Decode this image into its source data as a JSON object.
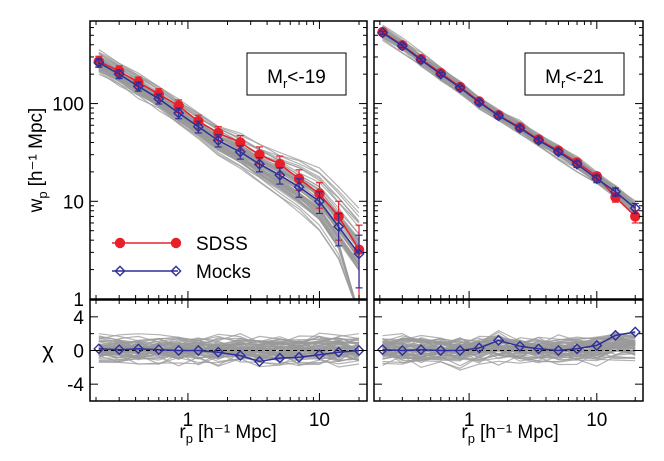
{
  "chart_data": [
    {
      "type": "line",
      "panel": "top-left",
      "annotation": {
        "base": "M",
        "sub": "r",
        "rest": "<-19"
      },
      "ylabel": {
        "base": "w",
        "sub": "p",
        "unit": "[h⁻¹ Mpc]"
      },
      "y_scale": "log",
      "ylim": [
        1,
        700
      ],
      "x_scale": "log",
      "xlim": [
        0.18,
        23
      ],
      "x_ticks": [
        "1",
        "10"
      ],
      "y_ticks": [
        "1",
        "10",
        "100"
      ],
      "legend": {
        "placement": "bottom-left",
        "entries": [
          "SDSS",
          "Mocks"
        ]
      },
      "series": [
        {
          "name": "SDSS",
          "color": "#e8202a",
          "marker": "filled-circle",
          "x": [
            0.21,
            0.3,
            0.42,
            0.6,
            0.85,
            1.2,
            1.7,
            2.5,
            3.5,
            5.0,
            7.0,
            10.0,
            14.0,
            20.0
          ],
          "y": [
            270,
            215,
            165,
            125,
            95,
            66,
            50,
            40,
            30,
            24,
            17,
            12,
            7,
            3.2
          ],
          "err": [
            35,
            28,
            22,
            17,
            14,
            10,
            8,
            7,
            6,
            5,
            4,
            3.5,
            3,
            2.5
          ]
        },
        {
          "name": "Mocks",
          "color": "#2e2f9a",
          "marker": "open-diamond",
          "x": [
            0.21,
            0.3,
            0.42,
            0.6,
            0.85,
            1.2,
            1.7,
            2.5,
            3.5,
            5.0,
            7.0,
            10.0,
            14.0,
            20.0
          ],
          "y": [
            262,
            200,
            150,
            112,
            80,
            58,
            42,
            32,
            24,
            18.5,
            14,
            10,
            5.5,
            2.9
          ],
          "err": [
            25,
            20,
            16,
            13,
            10,
            8,
            6,
            5,
            4,
            3.5,
            3,
            2.5,
            2,
            1.6
          ]
        }
      ],
      "band_color": "#999999"
    },
    {
      "type": "line",
      "panel": "top-right",
      "annotation": {
        "base": "M",
        "sub": "r",
        "rest": "<-21"
      },
      "y_scale": "log",
      "ylim": [
        1,
        700
      ],
      "x_scale": "log",
      "xlim": [
        0.18,
        23
      ],
      "x_ticks": [
        "1",
        "10"
      ],
      "series": [
        {
          "name": "SDSS",
          "color": "#e8202a",
          "marker": "filled-circle",
          "x": [
            0.21,
            0.3,
            0.42,
            0.6,
            0.85,
            1.2,
            1.7,
            2.5,
            3.5,
            5.0,
            7.0,
            10.0,
            14.0,
            20.0
          ],
          "y": [
            540,
            395,
            285,
            205,
            148,
            105,
            76,
            57,
            43,
            33,
            25,
            18,
            11,
            7
          ],
          "err": [
            20,
            15,
            12,
            9,
            7,
            5,
            4,
            3,
            2.5,
            2,
            1.8,
            1.5,
            1.2,
            1
          ]
        },
        {
          "name": "Mocks",
          "color": "#2e2f9a",
          "marker": "open-diamond",
          "x": [
            0.21,
            0.3,
            0.42,
            0.6,
            0.85,
            1.2,
            1.7,
            2.5,
            3.5,
            5.0,
            7.0,
            10.0,
            14.0,
            20.0
          ],
          "y": [
            530,
            390,
            280,
            200,
            145,
            103,
            75,
            56,
            42,
            32,
            24,
            17,
            12.5,
            8.5
          ],
          "err": [
            18,
            14,
            11,
            8,
            6,
            5,
            4,
            3,
            2.5,
            2,
            1.8,
            1.5,
            1.2,
            1
          ]
        }
      ],
      "band_color": "#999999"
    },
    {
      "type": "line",
      "panel": "bottom-left",
      "ylabel": "χ",
      "ylim": [
        -6,
        6
      ],
      "y_ticks": [
        "4",
        "0",
        "-4"
      ],
      "xlabel": {
        "base": "r",
        "sub": "p",
        "unit": "[h⁻¹ Mpc]"
      },
      "x_scale": "log",
      "xlim": [
        0.18,
        23
      ],
      "x_ticks": [
        "1",
        "10"
      ],
      "reference_line": 0,
      "series": [
        {
          "name": "Mocks",
          "color": "#2e2f9a",
          "marker": "open-diamond",
          "x": [
            0.21,
            0.3,
            0.42,
            0.6,
            0.85,
            1.2,
            1.7,
            2.5,
            3.5,
            5.0,
            7.0,
            10.0,
            14.0,
            20.0
          ],
          "y": [
            0.2,
            0.1,
            0.2,
            0.1,
            0.0,
            0.0,
            -0.2,
            -0.6,
            -1.3,
            -0.9,
            -0.8,
            -0.5,
            -0.2,
            0.0
          ]
        }
      ],
      "band_color": "#999999"
    },
    {
      "type": "line",
      "panel": "bottom-right",
      "xlabel": {
        "base": "r",
        "sub": "p",
        "unit": "[h⁻¹ Mpc]"
      },
      "x_scale": "log",
      "xlim": [
        0.18,
        23
      ],
      "x_ticks": [
        "1",
        "10"
      ],
      "ylim": [
        -6,
        6
      ],
      "reference_line": 0,
      "series": [
        {
          "name": "Mocks",
          "color": "#2e2f9a",
          "marker": "open-diamond",
          "x": [
            0.21,
            0.3,
            0.42,
            0.6,
            0.85,
            1.2,
            1.7,
            2.5,
            3.5,
            5.0,
            7.0,
            10.0,
            14.0,
            20.0
          ],
          "y": [
            0.1,
            0.0,
            0.1,
            0.0,
            0.0,
            0.3,
            1.2,
            0.5,
            0.2,
            0.0,
            0.2,
            0.6,
            1.8,
            2.2
          ]
        }
      ],
      "band_color": "#999999"
    }
  ]
}
